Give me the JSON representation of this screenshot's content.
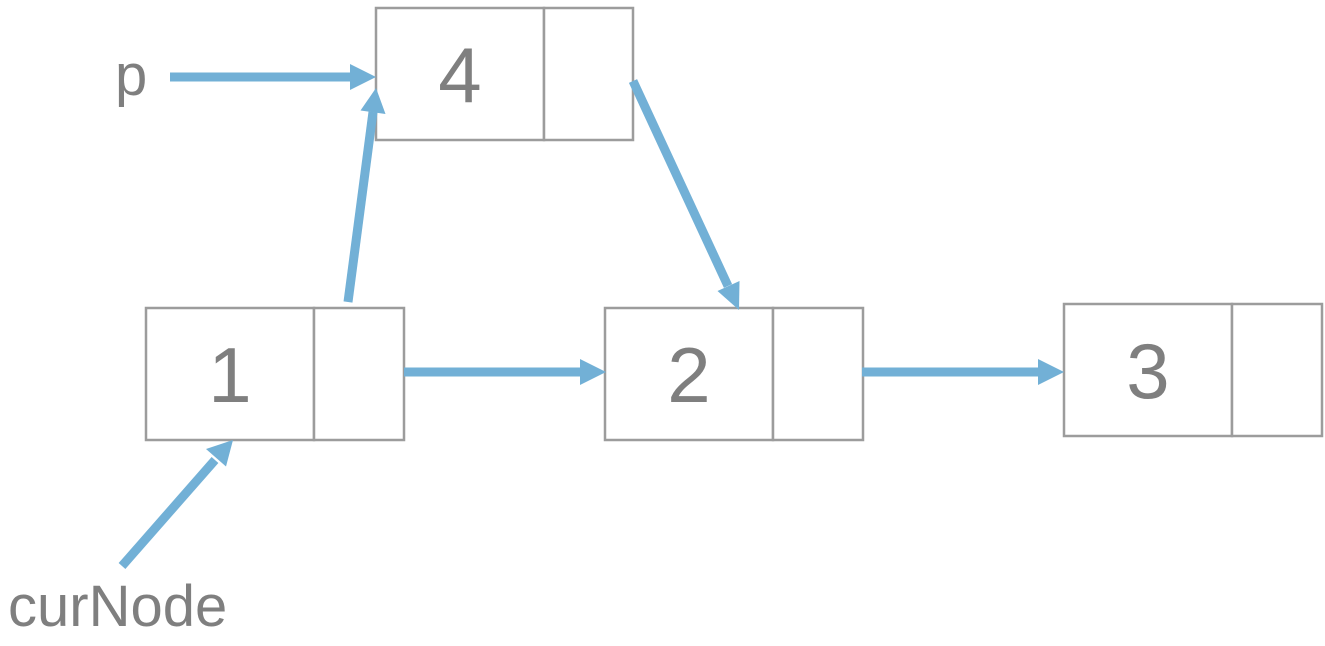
{
  "nodes": [
    {
      "value": "1"
    },
    {
      "value": "2"
    },
    {
      "value": "3"
    },
    {
      "value": "4"
    }
  ],
  "labels": {
    "p": "p",
    "cur_node": "curNode"
  },
  "colors": {
    "arrow": "#72b0d6",
    "box_border": "#9c9c9c",
    "text": "#7f7f7f"
  }
}
